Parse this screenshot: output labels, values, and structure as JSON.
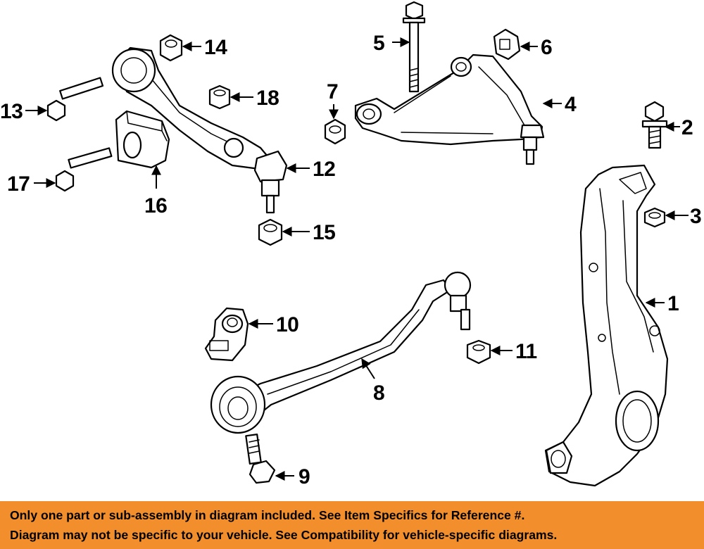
{
  "callouts": [
    "1",
    "2",
    "3",
    "4",
    "5",
    "6",
    "7",
    "8",
    "9",
    "10",
    "11",
    "12",
    "13",
    "14",
    "15",
    "16",
    "17",
    "18"
  ],
  "banner": {
    "line1": "Only one part or sub-assembly in diagram included. See Item Specifics for Reference #.",
    "line2": "Diagram may not be specific to your vehicle. See Compatibility for vehicle-specific diagrams.",
    "background": "#f28e2b"
  }
}
